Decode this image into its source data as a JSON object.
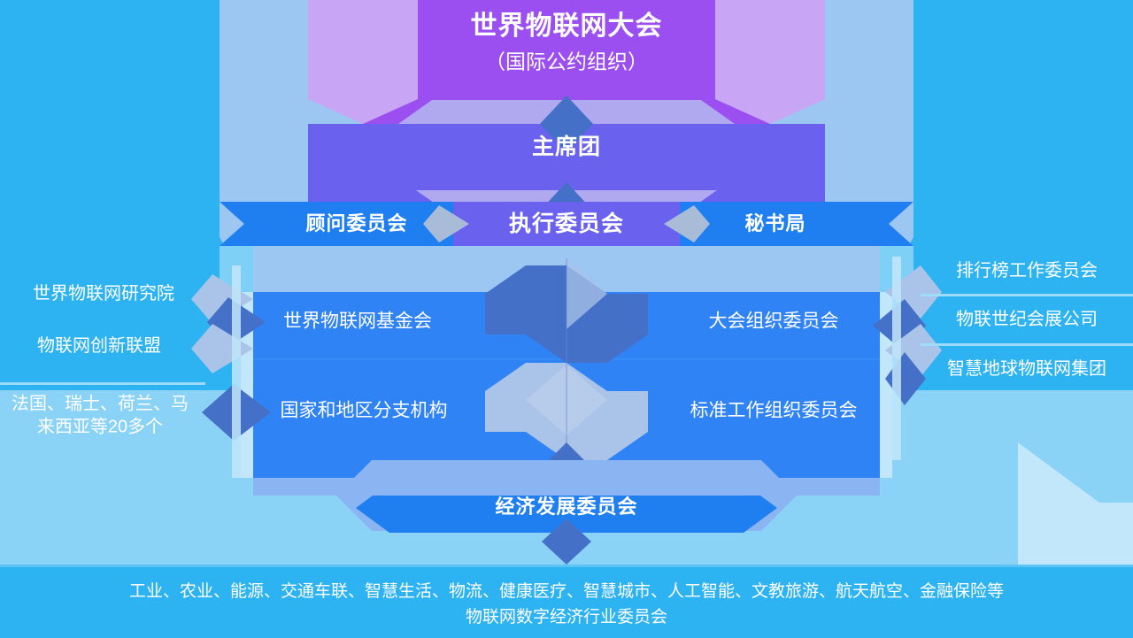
{
  "diagram": {
    "title_alt": "世界物联网大会组织架构图",
    "colors": {
      "page_bg": "#2eb3f2",
      "panel_light": "#7fd0f6",
      "panel_lighter": "#c2e6fa",
      "column_blue": "#9cc7f2",
      "purple_dark": "#9c4ff0",
      "purple_light": "#c9a6f5",
      "presidium_blue": "#6a62ee",
      "presidium_light": "#b0a9f0",
      "row_blue": "#1f7ff0",
      "mid_blue": "#2f83f5",
      "hex_dark": "#4470c8",
      "hex_light": "#aac3e8",
      "arrow_grey": "#a8bcd8",
      "text_white": "#ffffff"
    }
  },
  "top": {
    "congress_line1": "世界物联网大会",
    "congress_line2": "（国际公约组织）",
    "presidium": "主席团"
  },
  "committee_row": {
    "advisory": "顾问委员会",
    "executive": "执行委员会",
    "secretariat": "秘书局"
  },
  "left_outer": {
    "items": [
      "世界物联网研究院",
      "物联网创新联盟"
    ],
    "countries": "法国、瑞士、荷兰、马\n来西亚等20多个"
  },
  "right_outer": {
    "items": [
      "排行榜工作委员会",
      "物联世纪会展公司",
      "智慧地球物联网集团"
    ]
  },
  "mid_left": {
    "items": [
      "世界物联网基金会",
      "国家和地区分支机构"
    ]
  },
  "mid_right": {
    "items": [
      "大会组织委员会",
      "标准工作组织委员会"
    ]
  },
  "economic": {
    "label": "经济发展委员会"
  },
  "bottom": {
    "line1": "工业、农业、能源、交通车联、智慧生活、物流、健康医疗、智慧城市、人工智能、文教旅游、航天航空、金融保险等",
    "line2": "物联网数字经济行业委员会"
  }
}
